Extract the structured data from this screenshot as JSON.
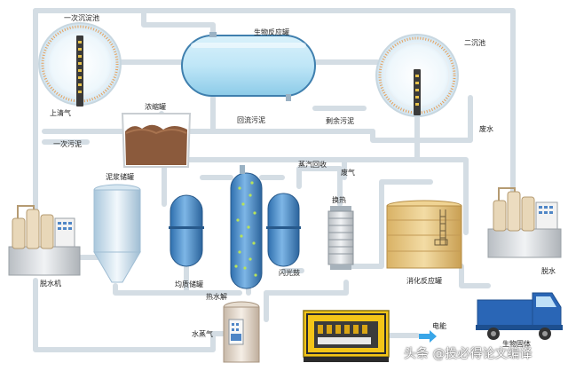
{
  "labels": {
    "primary_clarifier": "一次沉淀池",
    "bioreactor": "生物反应罐",
    "secondary_clarifier": "二沉池",
    "supernatant": "上清气",
    "thickener_tank": "浓缩罐",
    "return_sludge": "回流污泥",
    "excess_sludge": "剩余污泥",
    "waste_water": "废水",
    "primary_sludge": "一次污泥",
    "sludge_storage_tank": "泥浆储罐",
    "steam_recovery": "蒸汽回收",
    "waste_gas": "废气",
    "heat_exchange": "换热",
    "dewatering_machine_left": "脱水机",
    "dewatering_machine_right": "脱水",
    "conditioning_tank": "均质储罐",
    "flash_tank": "闪光鼓",
    "digestion_reactor": "消化反应罐",
    "hydrolysis_reactor": "热水解",
    "water_vapor": "水蒸气",
    "electric_energy": "电能",
    "biosolids": "生物固体"
  },
  "watermark": "头条 @投必得论文编译",
  "colors": {
    "pipe": "#d4dde4",
    "tank_blue": "#4f8fc9",
    "tank_light": "#cfe7f4",
    "sludge_brown": "#8b5a3c",
    "digester_tan": "#e3c27a",
    "truck_blue": "#2a66b6",
    "generator_yellow": "#f4c518",
    "flow_arrow": "#39a6e8"
  },
  "icons": [
    "clarifier-rake-icon",
    "truck-icon",
    "generator-icon",
    "heat-exchanger-icon",
    "flow-arrow-icon"
  ]
}
